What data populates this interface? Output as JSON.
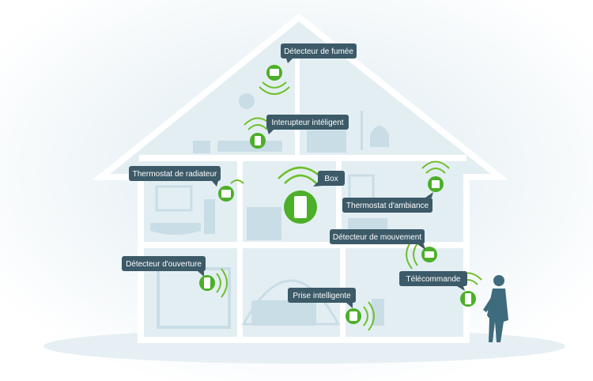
{
  "colors": {
    "house_fill": "#e3eef3",
    "house_outline": "#ffffff",
    "furniture": "#c9dde6",
    "callout": "#3c5a68",
    "signal_green": "#6fbf2a",
    "device_green": "#4caf28",
    "person": "#3e6b7d"
  },
  "labels": {
    "smoke_detector": "Détecteur de fumée",
    "smart_switch": "Interupteur intéligent",
    "radiator_thermostat": "Thermostat de radiateur",
    "box": "Box",
    "room_thermostat": "Thermostat d'ambiance",
    "motion_detector": "Détecteur de mouvement",
    "opening_detector": "Détecteur d'ouverture",
    "remote": "Télécommande",
    "smart_plug": "Prise intelligente"
  },
  "icons": [
    "smoke-detector-icon",
    "switch-icon",
    "radiator-thermostat-icon",
    "box-icon",
    "room-thermostat-icon",
    "motion-detector-icon",
    "opening-detector-icon",
    "remote-icon",
    "smart-plug-icon",
    "wifi-signal-icon",
    "person-silhouette"
  ]
}
